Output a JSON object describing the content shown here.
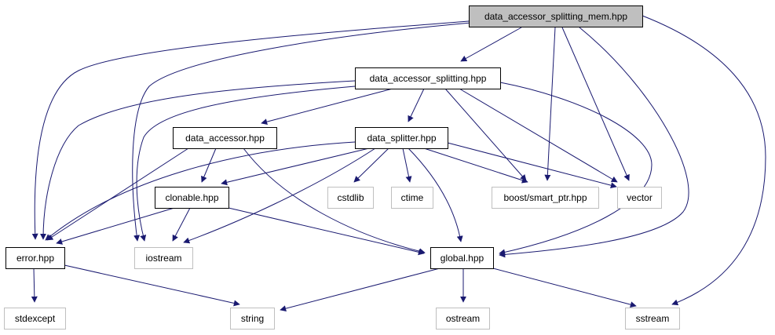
{
  "diagram": {
    "colors": {
      "edge": "#191970",
      "border_dark": "#000000",
      "border_light": "#bfbfbf",
      "root_fill": "#bfbfbf",
      "fill": "#ffffff"
    },
    "nodes": [
      {
        "id": "data_accessor_splitting_mem",
        "label": "data_accessor_splitting_mem.hpp",
        "style": "root"
      },
      {
        "id": "data_accessor_splitting",
        "label": "data_accessor_splitting.hpp",
        "style": "normal"
      },
      {
        "id": "data_accessor",
        "label": "data_accessor.hpp",
        "style": "normal"
      },
      {
        "id": "data_splitter",
        "label": "data_splitter.hpp",
        "style": "normal"
      },
      {
        "id": "clonable",
        "label": "clonable.hpp",
        "style": "normal"
      },
      {
        "id": "cstdlib",
        "label": "cstdlib",
        "style": "external"
      },
      {
        "id": "ctime",
        "label": "ctime",
        "style": "external"
      },
      {
        "id": "smart_ptr",
        "label": "boost/smart_ptr.hpp",
        "style": "external"
      },
      {
        "id": "vector",
        "label": "vector",
        "style": "external"
      },
      {
        "id": "error",
        "label": "error.hpp",
        "style": "normal"
      },
      {
        "id": "iostream",
        "label": "iostream",
        "style": "external"
      },
      {
        "id": "global",
        "label": "global.hpp",
        "style": "normal"
      },
      {
        "id": "stdexcept",
        "label": "stdexcept",
        "style": "external"
      },
      {
        "id": "string",
        "label": "string",
        "style": "external"
      },
      {
        "id": "ostream",
        "label": "ostream",
        "style": "external"
      },
      {
        "id": "sstream",
        "label": "sstream",
        "style": "external"
      }
    ],
    "edges": [
      {
        "from": "data_accessor_splitting_mem",
        "to": "data_accessor_splitting"
      },
      {
        "from": "data_accessor_splitting_mem",
        "to": "error"
      },
      {
        "from": "data_accessor_splitting_mem",
        "to": "iostream"
      },
      {
        "from": "data_accessor_splitting_mem",
        "to": "smart_ptr"
      },
      {
        "from": "data_accessor_splitting_mem",
        "to": "vector"
      },
      {
        "from": "data_accessor_splitting_mem",
        "to": "global"
      },
      {
        "from": "data_accessor_splitting_mem",
        "to": "sstream"
      },
      {
        "from": "data_accessor_splitting",
        "to": "data_accessor"
      },
      {
        "from": "data_accessor_splitting",
        "to": "data_splitter"
      },
      {
        "from": "data_accessor_splitting",
        "to": "error"
      },
      {
        "from": "data_accessor_splitting",
        "to": "iostream"
      },
      {
        "from": "data_accessor_splitting",
        "to": "smart_ptr"
      },
      {
        "from": "data_accessor_splitting",
        "to": "vector"
      },
      {
        "from": "data_accessor_splitting",
        "to": "global"
      },
      {
        "from": "data_accessor",
        "to": "clonable"
      },
      {
        "from": "data_accessor",
        "to": "error"
      },
      {
        "from": "data_accessor",
        "to": "global"
      },
      {
        "from": "data_splitter",
        "to": "clonable"
      },
      {
        "from": "data_splitter",
        "to": "cstdlib"
      },
      {
        "from": "data_splitter",
        "to": "ctime"
      },
      {
        "from": "data_splitter",
        "to": "smart_ptr"
      },
      {
        "from": "data_splitter",
        "to": "vector"
      },
      {
        "from": "data_splitter",
        "to": "error"
      },
      {
        "from": "data_splitter",
        "to": "iostream"
      },
      {
        "from": "data_splitter",
        "to": "global"
      },
      {
        "from": "clonable",
        "to": "error"
      },
      {
        "from": "clonable",
        "to": "iostream"
      },
      {
        "from": "clonable",
        "to": "global"
      },
      {
        "from": "error",
        "to": "stdexcept"
      },
      {
        "from": "error",
        "to": "string"
      },
      {
        "from": "global",
        "to": "string"
      },
      {
        "from": "global",
        "to": "ostream"
      },
      {
        "from": "global",
        "to": "sstream"
      }
    ]
  }
}
